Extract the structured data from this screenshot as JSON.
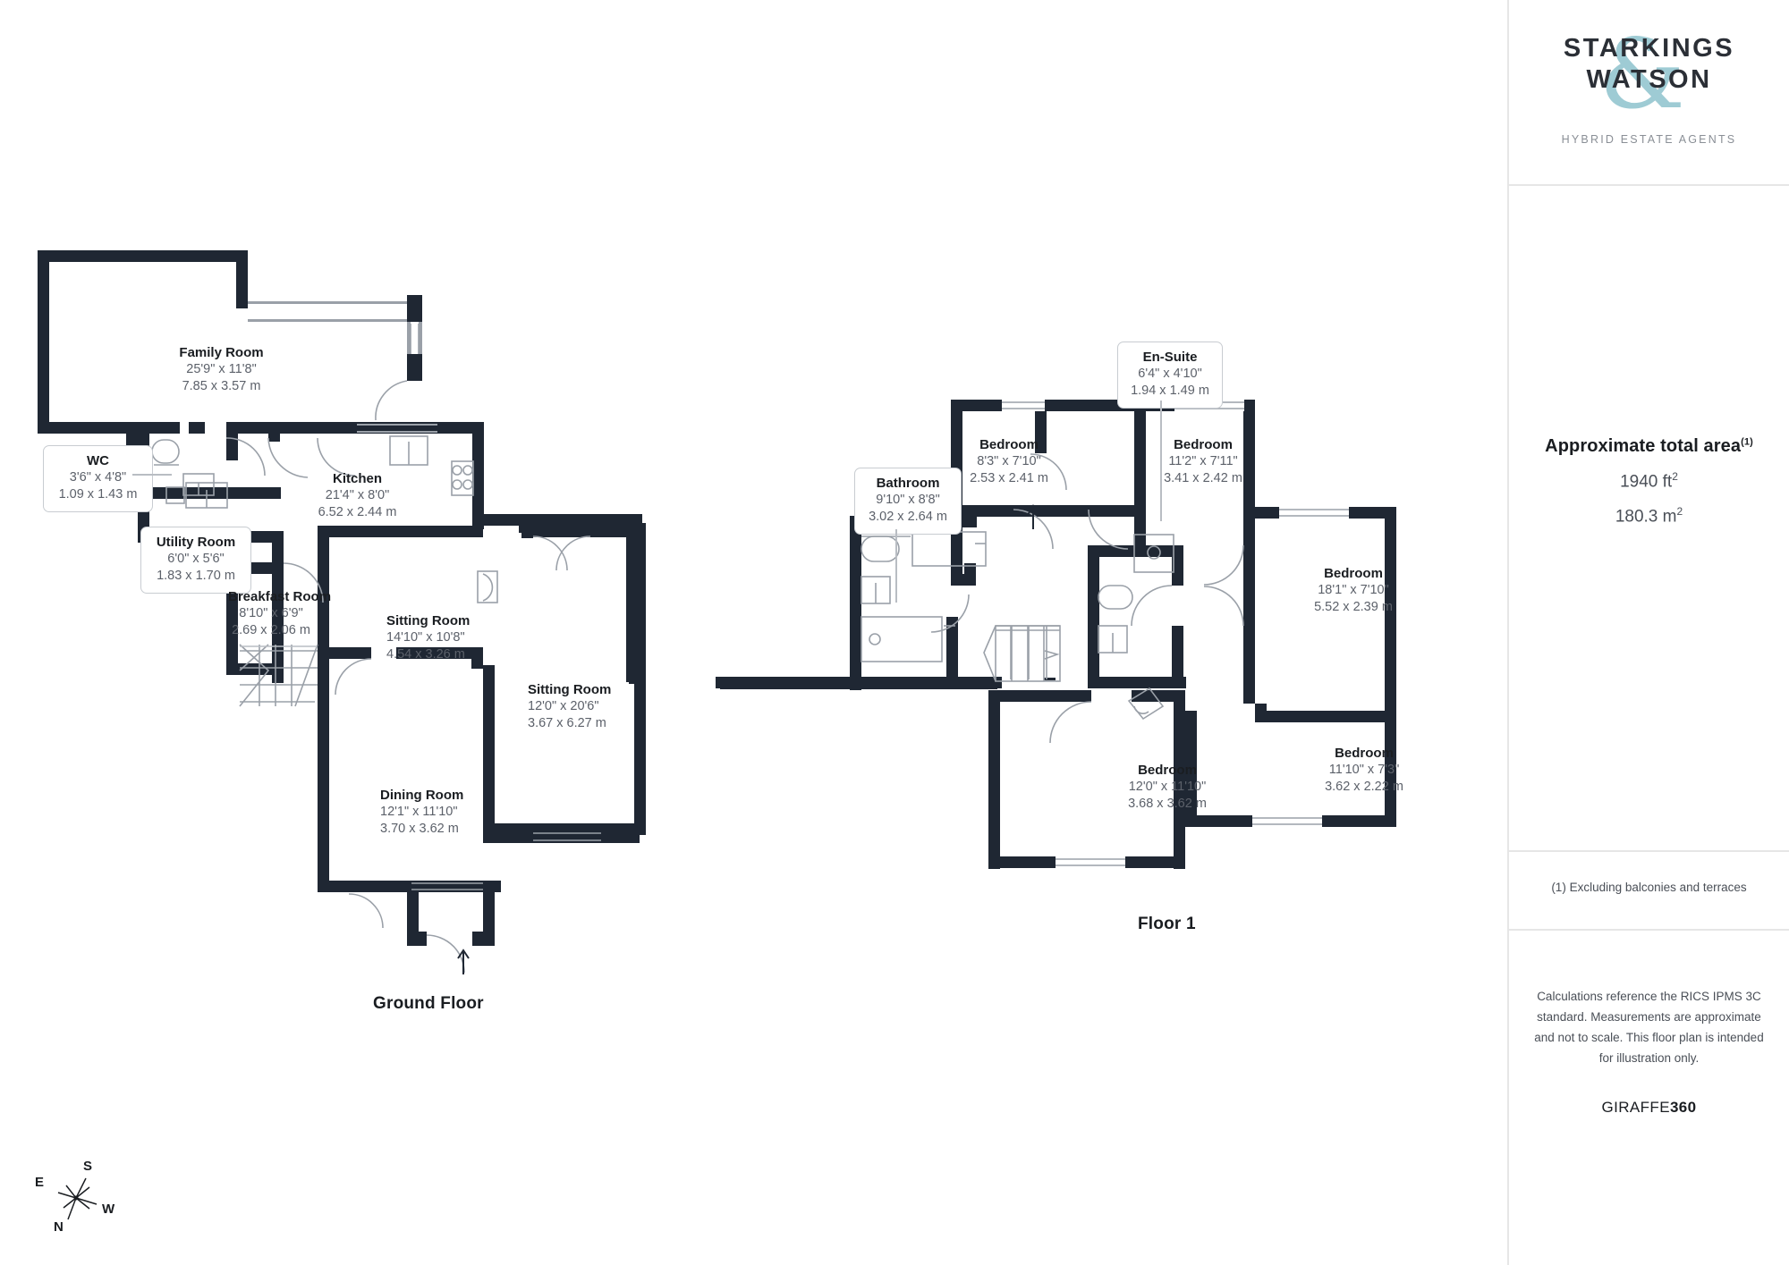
{
  "sidebar": {
    "logo": {
      "line1": "STARKINGS",
      "line2": "WATSON",
      "ampersand": "&",
      "tagline": "HYBRID ESTATE AGENTS"
    },
    "area": {
      "title": "Approximate total area",
      "title_sup": "(1)",
      "sqft": "1940 ft",
      "sqft_sup": "2",
      "sqm": "180.3 m",
      "sqm_sup": "2"
    },
    "footnote": "(1) Excluding balconies and terraces",
    "legal": "Calculations reference the RICS IPMS 3C standard. Measurements are approximate and not to scale. This floor plan is intended for illustration only.",
    "brand_light": "GIRAFFE",
    "brand_bold": "360"
  },
  "floors": [
    {
      "label": "Ground Floor"
    },
    {
      "label": "Floor 1"
    }
  ],
  "compass": {
    "north": "N",
    "south": "S",
    "east": "E",
    "west": "W"
  },
  "ground_floor_rooms": [
    {
      "name": "Family Room",
      "imperial": "25'9\" x 11'8\"",
      "metric": "7.85 x 3.57 m",
      "boxed": false
    },
    {
      "name": "WC",
      "imperial": "3'6\" x 4'8\"",
      "metric": "1.09 x 1.43 m",
      "boxed": true
    },
    {
      "name": "Utility Room",
      "imperial": "6'0\" x 5'6\"",
      "metric": "1.83 x 1.70 m",
      "boxed": true
    },
    {
      "name": "Kitchen",
      "imperial": "21'4\" x 8'0\"",
      "metric": "6.52 x 2.44 m",
      "boxed": false
    },
    {
      "name": "Breakfast Room",
      "imperial": "8'10\" x 6'9\"",
      "metric": "2.69 x 2.06 m",
      "boxed": false
    },
    {
      "name": "Sitting Room",
      "imperial": "14'10\" x 10'8\"",
      "metric": "4.54 x 3.26 m",
      "boxed": false
    },
    {
      "name": "Sitting Room",
      "imperial": "12'0\" x 20'6\"",
      "metric": "3.67 x 6.27 m",
      "boxed": false
    },
    {
      "name": "Dining Room",
      "imperial": "12'1\" x 11'10\"",
      "metric": "3.70 x 3.62 m",
      "boxed": false
    }
  ],
  "first_floor_rooms": [
    {
      "name": "En-Suite",
      "imperial": "6'4\" x 4'10\"",
      "metric": "1.94 x 1.49 m",
      "boxed": true
    },
    {
      "name": "Bathroom",
      "imperial": "9'10\" x 8'8\"",
      "metric": "3.02 x 2.64 m",
      "boxed": true
    },
    {
      "name": "Bedroom",
      "imperial": "8'3\" x 7'10\"",
      "metric": "2.53 x 2.41 m",
      "boxed": false
    },
    {
      "name": "Bedroom",
      "imperial": "11'2\" x 7'11\"",
      "metric": "3.41 x 2.42 m",
      "boxed": false
    },
    {
      "name": "Bedroom",
      "imperial": "18'1\" x 7'10\"",
      "metric": "5.52 x 2.39 m",
      "boxed": false
    },
    {
      "name": "Bedroom",
      "imperial": "12'0\" x 11'10\"",
      "metric": "3.68 x 3.62 m",
      "boxed": false
    },
    {
      "name": "Bedroom",
      "imperial": "11'10\" x 7'3\"",
      "metric": "3.62 x 2.22 m",
      "boxed": false
    }
  ],
  "colors": {
    "wall": "#1f2733",
    "accent": "#9ecbd4",
    "text": "#1a1d21",
    "muted": "#5c616a",
    "divider": "#e6e6e6"
  }
}
